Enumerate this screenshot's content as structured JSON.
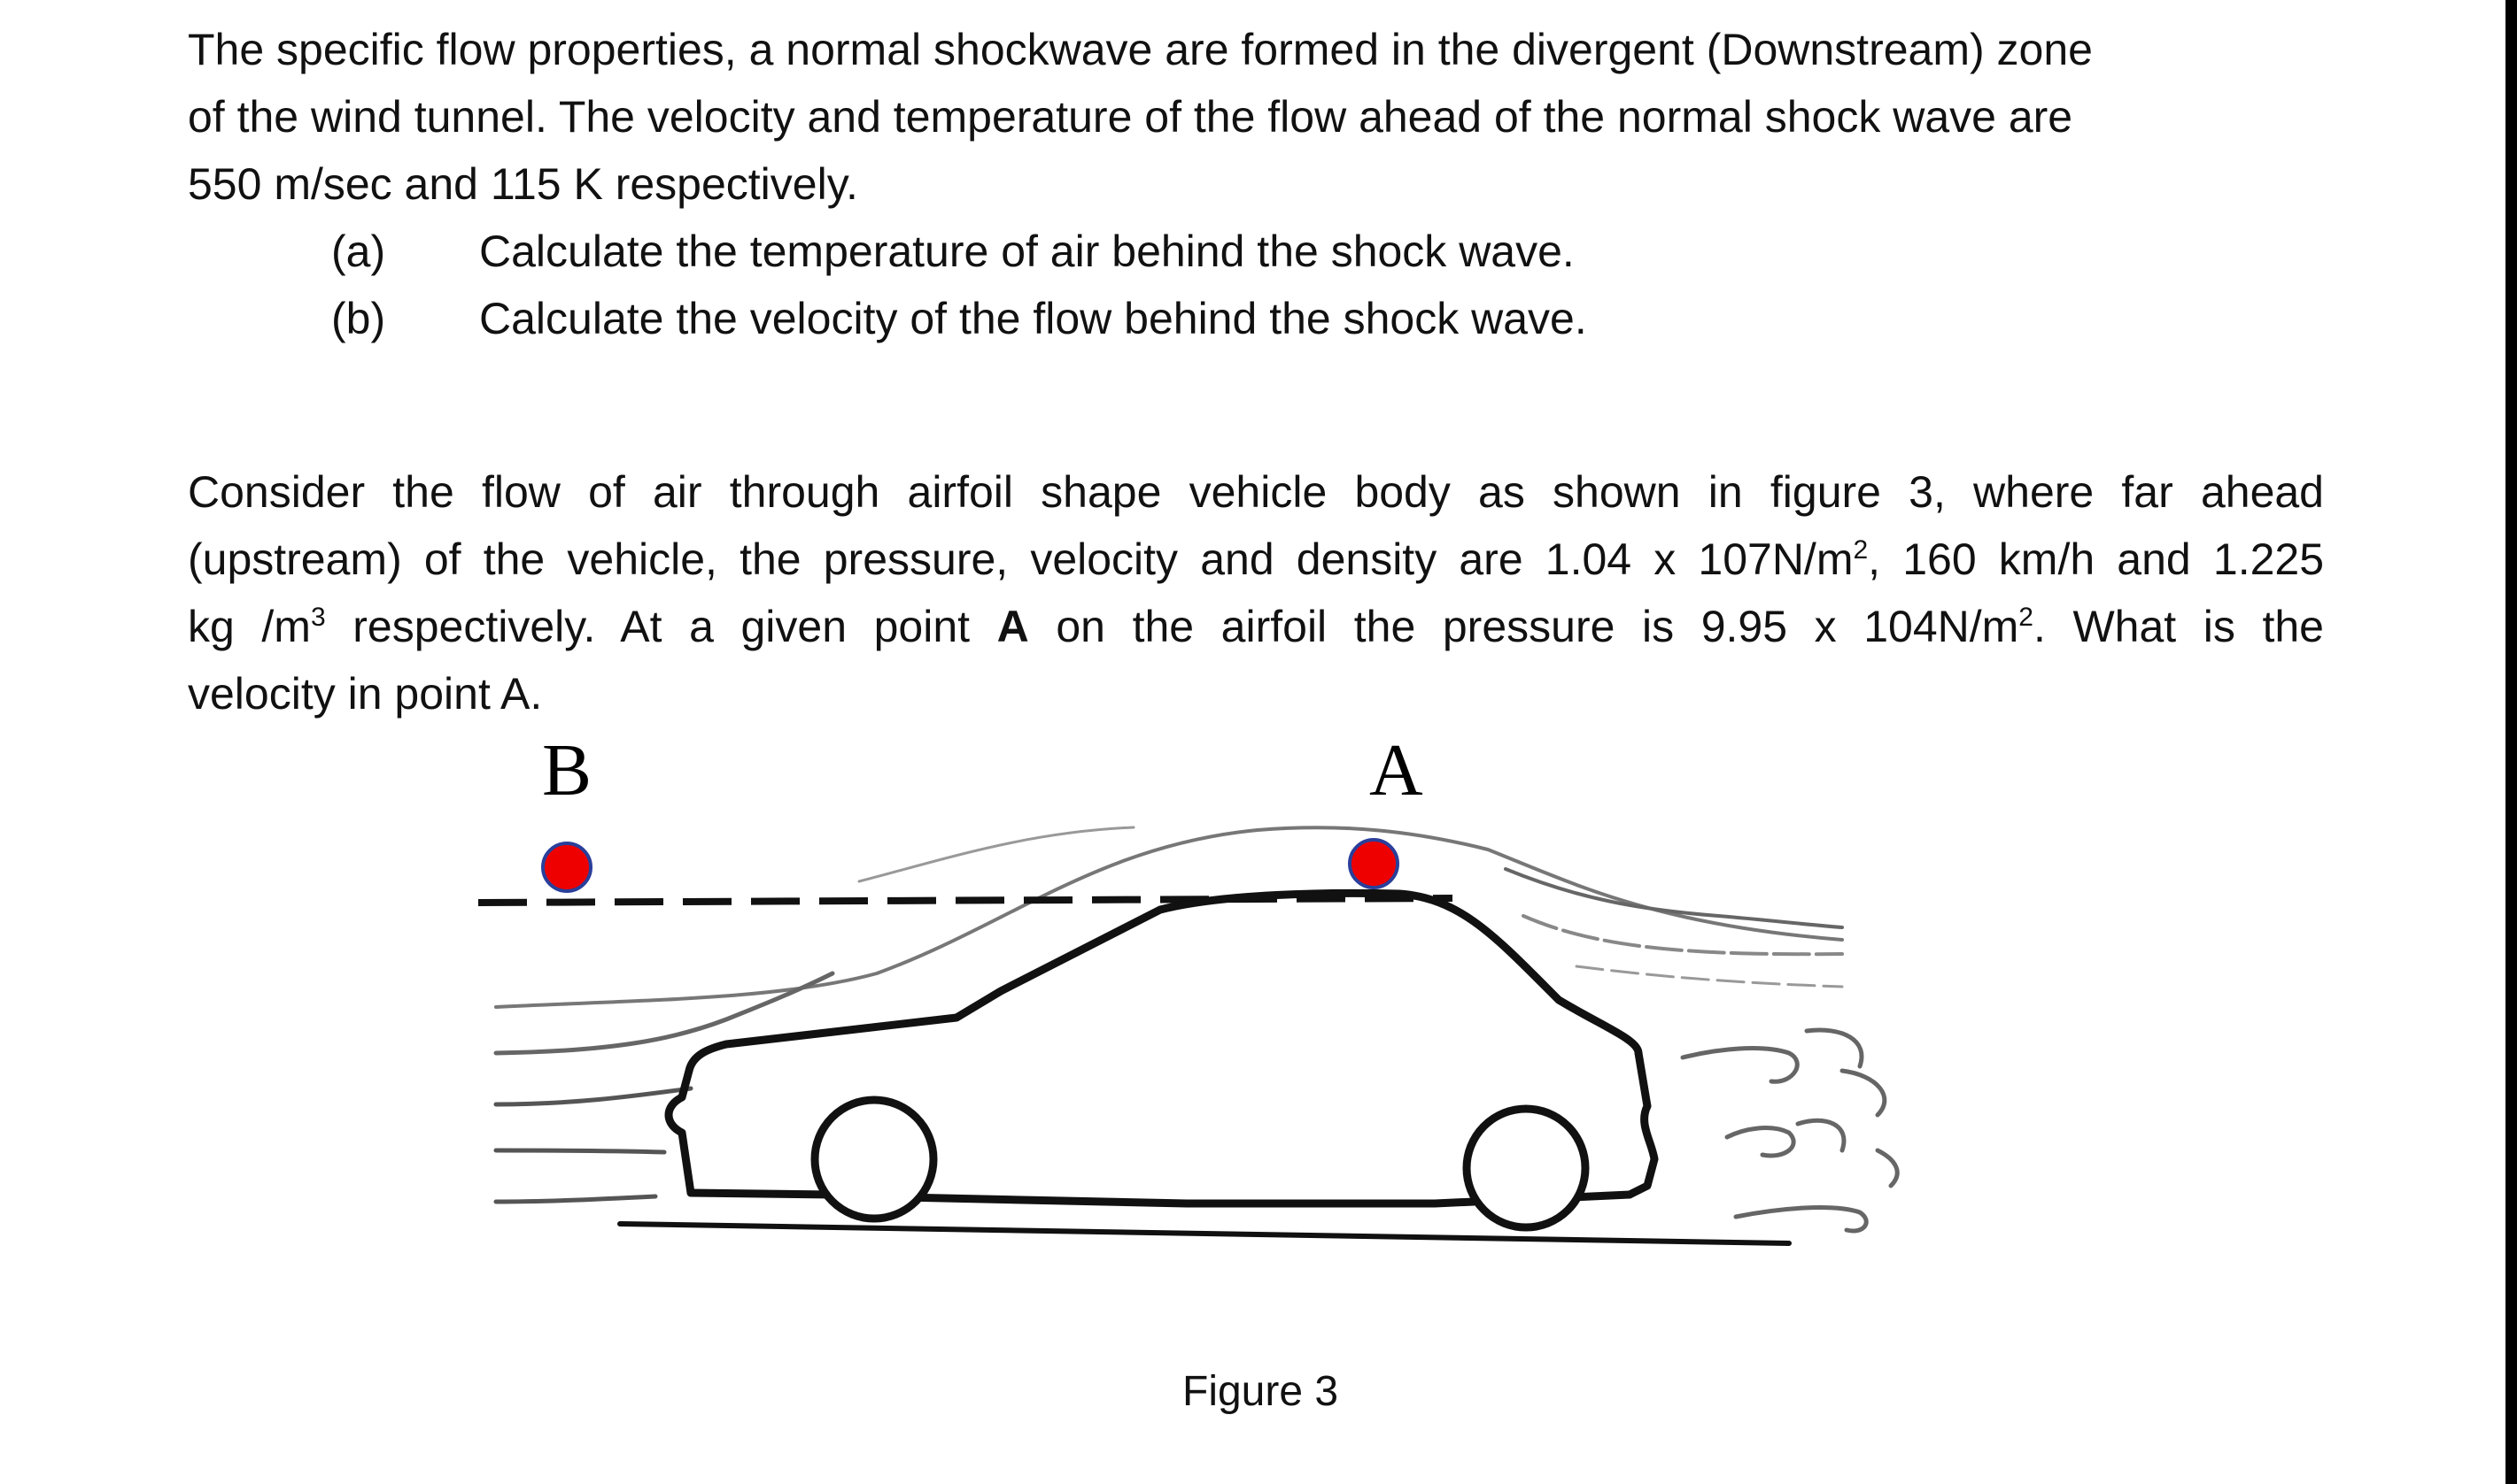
{
  "problem1": {
    "lines": [
      "The specific flow properties, a normal shockwave are formed in the divergent (Downstream) zone",
      "of the wind tunnel. The velocity and temperature of the flow ahead of the normal shock wave are",
      "550 m/sec and 115 K respectively."
    ],
    "items": [
      {
        "label": "(a)",
        "text": "Calculate the temperature of air behind the shock wave."
      },
      {
        "label": "(b)",
        "text": "Calculate the velocity of the flow behind the shock wave."
      }
    ]
  },
  "problem2": {
    "line1": "Consider the flow of air through airfoil shape vehicle body as shown in figure 3, where far ahead",
    "line2_a": "(upstream) of the vehicle, the pressure, velocity and density are 1.04 x 107N/m",
    "line2_sup": "2",
    "line2_b": ", 160 km/h and 1.225",
    "line3_a": "kg /m",
    "line3_sup": "3",
    "line3_b": " respectively.  At a given point ",
    "line3_bold": "A",
    "line3_c": " on the airfoil the pressure is 9.95 x 104N/m",
    "line3_sup2": "2",
    "line3_d": ". What is the",
    "line4": "velocity in point A."
  },
  "figure": {
    "point_b_label": "B",
    "point_a_label": "A",
    "caption": "Figure 3",
    "marker_color": "#ee0000",
    "marker_outline": "#2a3f9a"
  }
}
